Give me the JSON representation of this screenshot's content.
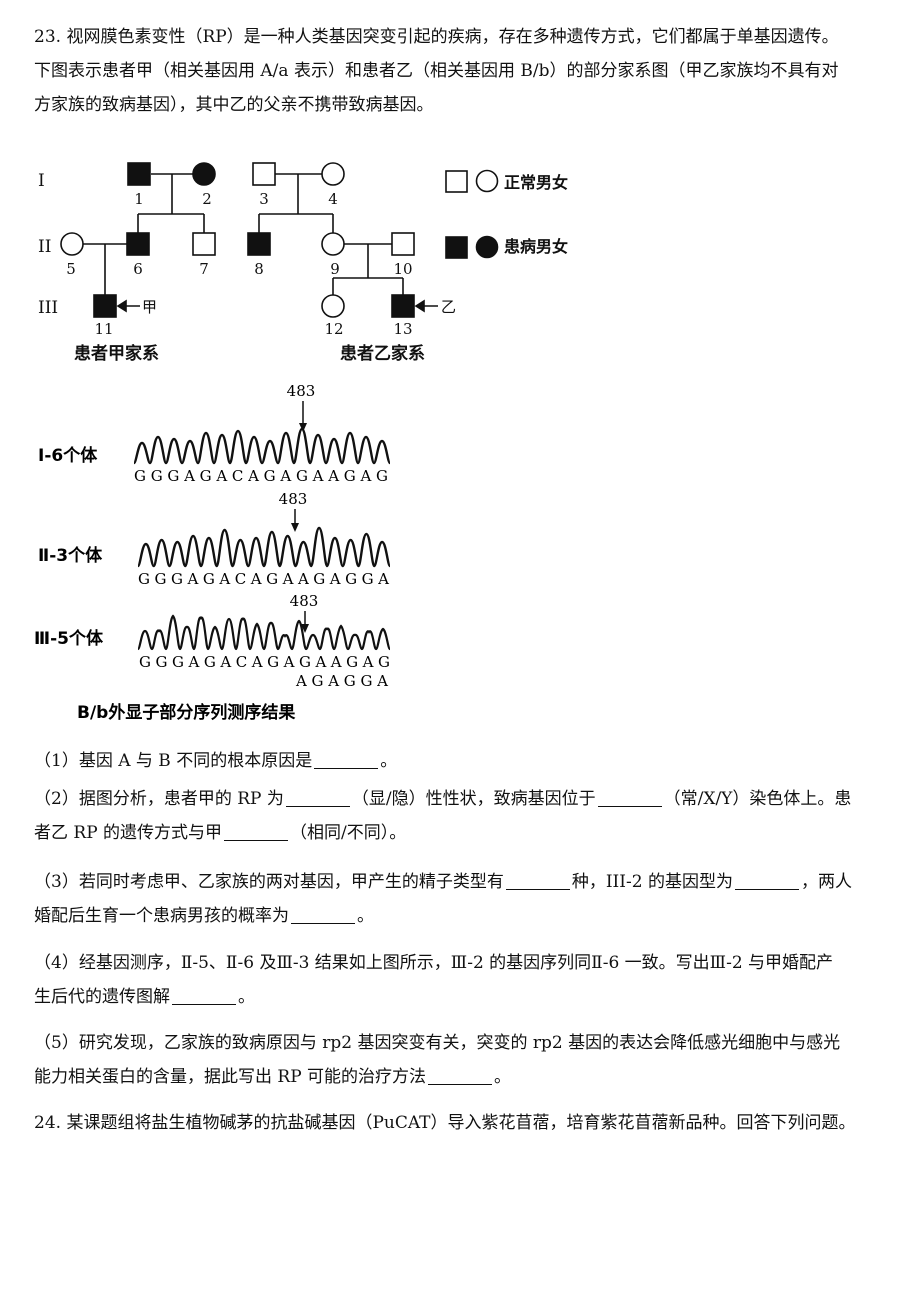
{
  "intro": {
    "line1": "23. 视网膜色素变性（RP）是一种人类基因突变引起的疾病，存在多种遗传方式，它们都属于单基因遗传。",
    "line2": "下图表示患者甲（相关基因用 A/a 表示）和患者乙（相关基因用 B/b）的部分家系图（甲乙家族均不具有对",
    "line3": "方家族的致病基因），其中乙的父亲不携带致病基因。"
  },
  "pedigree": {
    "gen_labels": [
      "I",
      "II",
      "III"
    ],
    "ids": [
      "1",
      "2",
      "3",
      "4",
      "5",
      "6",
      "7",
      "8",
      "9",
      "10",
      "11",
      "12",
      "13"
    ],
    "proband_jia": "甲",
    "proband_yi": "乙",
    "family_jia_caption": "患者甲家系",
    "family_yi_caption": "患者乙家系",
    "legend_normal": "正常男女",
    "legend_affected": "患病男女"
  },
  "sequencing": {
    "position": "483",
    "rows": [
      {
        "label": "Ⅰ-6个体",
        "seq": "GGGAGACAGAGAAGAG",
        "seq2": ""
      },
      {
        "label": "Ⅱ-3个体",
        "seq": "GGGAGACAGAAGAGGA",
        "seq2": ""
      },
      {
        "label": "Ⅲ-5个体",
        "seq": "GGGAGACAGAGAAGAG",
        "seq2": "AGAGGA"
      }
    ],
    "caption": "B/b外显子部分序列测序结果"
  },
  "questions": {
    "q1": {
      "a": "（1）基因 A 与 B 不同的根本原因是",
      "b": "。"
    },
    "q2": {
      "a": "（2）据图分析，患者甲的 RP 为",
      "b": "（显/隐）性性状，致病基因位于",
      "c": "（常/X/Y）染色体上。患",
      "d": "者乙 RP 的遗传方式与甲",
      "e": "（相同/不同）。"
    },
    "q3": {
      "a": "（3）若同时考虑甲、乙家族的两对基因，甲产生的精子类型有",
      "b": "种，III-2 的基因型为",
      "c": "，两人",
      "d": "婚配后生育一个患病男孩的概率为",
      "e": "。"
    },
    "q4": {
      "a": "（4）经基因测序，Ⅱ-5、Ⅱ-6 及Ⅲ-3 结果如上图所示，Ⅲ-2 的基因序列同Ⅱ-6 一致。写出Ⅲ-2 与甲婚配产",
      "b": "生后代的遗传图解",
      "c": "。"
    },
    "q5": {
      "a": "（5）研究发现，乙家族的致病原因与 rp2 基因突变有关，突变的 rp2 基因的表达会降低感光细胞中与感光",
      "b": "能力相关蛋白的含量，据此写出 RP 可能的治疗方法",
      "c": "。"
    }
  },
  "next": {
    "text": "24. 某课题组将盐生植物碱茅的抗盐碱基因（PuCAT）导入紫花苜蓿，培育紫花苜蓿新品种。回答下列问题。"
  }
}
